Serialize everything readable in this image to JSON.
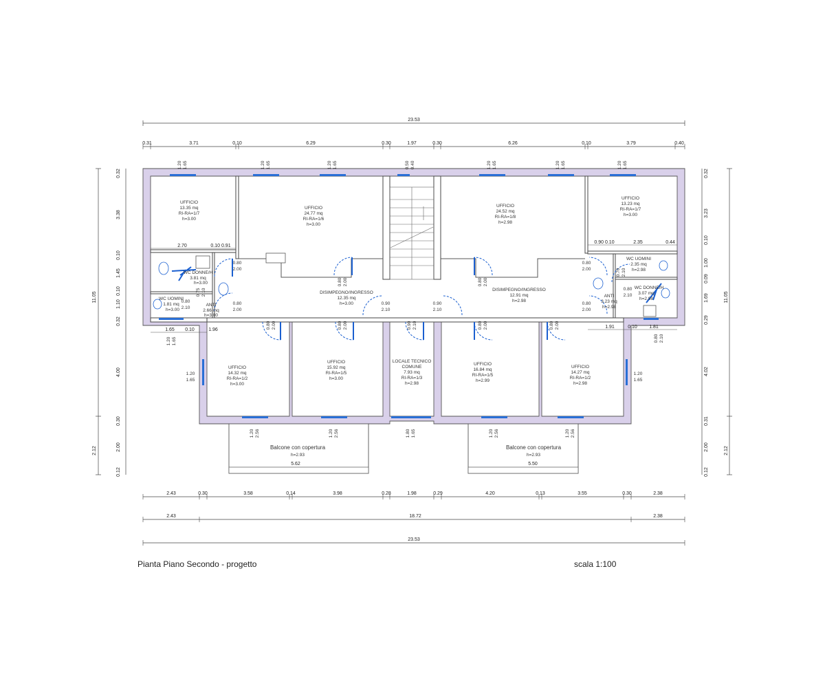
{
  "caption": "Pianta Piano Secondo - progetto",
  "scale": "scala 1:100",
  "colors": {
    "wall": "#d9d0ea",
    "window": "#2a6fd6",
    "door": "#1a5fd0",
    "line": "#444444"
  },
  "dims": {
    "total_top": "23.53",
    "top": [
      "0.31",
      "3.71",
      "0.10",
      "6.29",
      "0.30",
      "1.97",
      "0.30",
      "6.26",
      "0.10",
      "3.79",
      "0.40"
    ],
    "bottom1": [
      "2.43",
      "0.30",
      "3.58",
      "0.14",
      "3.98",
      "0.28",
      "1.98",
      "0.29",
      "4.20",
      "0.13",
      "3.55",
      "0.30",
      "2.38"
    ],
    "bottom2": [
      "2.43",
      "18.72",
      "2.38"
    ],
    "total_bottom": "23.53",
    "left_inner": [
      "0.32",
      "3.38",
      "0.10",
      "1.45",
      "0.10",
      "1.10",
      "0.32",
      "4.00",
      "0.30",
      "2.00",
      "0.12"
    ],
    "left_outer": [
      "11.05",
      "2.12"
    ],
    "right_inner": [
      "0.32",
      "3.23",
      "0.10",
      "1.00",
      "0.09",
      "1.69",
      "0.29",
      "4.02",
      "0.31",
      "2.00",
      "0.12"
    ],
    "right_outer": [
      "11.05",
      "2.12"
    ]
  },
  "rooms": [
    {
      "name": "UFFICIO",
      "area": "13.35 mq",
      "ratio": "RI-RA=1/7",
      "h": "h=3.00"
    },
    {
      "name": "UFFICIO",
      "area": "24.77 mq",
      "ratio": "RI-RA=1/6",
      "h": "h=3.00"
    },
    {
      "name": "UFFICIO",
      "area": "24.52 mq",
      "ratio": "RI-RA=1/8",
      "h": "h=2.98"
    },
    {
      "name": "UFFICIO",
      "area": "13.23 mq",
      "ratio": "RI-RA=1/7",
      "h": "h=3.00"
    },
    {
      "name": "DISIMPEGNO/INGRESSO",
      "area": "12.35 mq",
      "ratio": "",
      "h": "h=3.00"
    },
    {
      "name": "DISIMPEGNO/INGRESSO",
      "area": "12.91 mq",
      "ratio": "",
      "h": "h=2.98"
    },
    {
      "name": "WC DONNE/H",
      "area": "3.81 mq",
      "ratio": "",
      "h": "h=3.00"
    },
    {
      "name": "WC UOMINI",
      "area": "1.81 mq",
      "ratio": "",
      "h": "h=3.00"
    },
    {
      "name": "ANTI",
      "area": "2.66 mq",
      "ratio": "",
      "h": "h=3.00"
    },
    {
      "name": "WC UOMINI",
      "area": "2.35 mq",
      "ratio": "",
      "h": "h=2.98"
    },
    {
      "name": "WC DONNE/H",
      "area": "3.07 mq",
      "ratio": "",
      "h": "h=2.98"
    },
    {
      "name": "ANTI",
      "area": "3.23 mq",
      "ratio": "",
      "h": "h=2.98"
    },
    {
      "name": "UFFICIO",
      "area": "14.32 mq",
      "ratio": "RI-RA=1/2",
      "h": "h=3.00"
    },
    {
      "name": "UFFICIO",
      "area": "15.92 mq",
      "ratio": "RI-RA=1/5",
      "h": "h=3.00"
    },
    {
      "name": "LOCALE TECNICO COMUNE",
      "area": "7.93 mq",
      "ratio": "RI-RA=1/3",
      "h": "h=2.98"
    },
    {
      "name": "UFFICIO",
      "area": "16.84 mq",
      "ratio": "RI-RA=1/5",
      "h": "h=2.99"
    },
    {
      "name": "UFFICIO",
      "area": "14.27 mq",
      "ratio": "RI-RA=1/2",
      "h": "h=2.98"
    },
    {
      "name": "Balcone con copertura",
      "area": "",
      "ratio": "",
      "h": "h=2.93"
    },
    {
      "name": "Balcone con copertura",
      "area": "",
      "ratio": "",
      "h": "h=2.93"
    }
  ],
  "inner_dims": {
    "room1_width": "2.70",
    "room1_small": "0.10 0.91",
    "room4_dims": "0.90 0.10",
    "room4_width": "2.35",
    "room4_small": "0.44",
    "below_left": [
      "1.65",
      "0.10",
      "1.96"
    ],
    "below_right": [
      "1.91",
      "0.10",
      "1.81"
    ],
    "balcony_left": "5.62",
    "balcony_right": "5.50"
  },
  "openings": [
    {
      "w": "1.20",
      "h": "1.65"
    },
    {
      "w": "1.20",
      "h": "1.65"
    },
    {
      "w": "1.20",
      "h": "1.65"
    },
    {
      "w": "0.50",
      "h": "0.40"
    },
    {
      "w": "1.20",
      "h": "1.65"
    },
    {
      "w": "1.20",
      "h": "1.65"
    },
    {
      "w": "1.20",
      "h": "1.65"
    },
    {
      "w": "0.80",
      "h": "2.00"
    },
    {
      "w": "0.80",
      "h": "2.00"
    },
    {
      "w": "0.80",
      "h": "2.10"
    },
    {
      "w": "0.80",
      "h": "2.00"
    },
    {
      "w": "0.90",
      "h": "2.10"
    },
    {
      "w": "0.90",
      "h": "2.10"
    },
    {
      "w": "0.80",
      "h": "2.00"
    },
    {
      "w": "0.80",
      "h": "2.00"
    },
    {
      "w": "0.80",
      "h": "2.10"
    },
    {
      "w": "0.80",
      "h": "2.00"
    },
    {
      "w": "0.80",
      "h": "2.00"
    },
    {
      "w": "0.80",
      "h": "2.00"
    },
    {
      "w": "0.90",
      "h": "2.10"
    },
    {
      "w": "0.80",
      "h": "2.00"
    },
    {
      "w": "0.80",
      "h": "2.00"
    },
    {
      "w": "1.20",
      "h": "1.65"
    },
    {
      "w": "1.20",
      "h": "1.65"
    },
    {
      "w": "1.20",
      "h": "2.56"
    },
    {
      "w": "1.20",
      "h": "2.56"
    },
    {
      "w": "1.80",
      "h": "1.65"
    },
    {
      "w": "1.20",
      "h": "2.56"
    },
    {
      "w": "1.20",
      "h": "2.56"
    },
    {
      "w": "1.20",
      "h": "1.65"
    },
    {
      "w": "0.75",
      "h": "2.10"
    },
    {
      "w": "0.70",
      "h": "2.10"
    },
    {
      "w": "0.80",
      "h": "2.10"
    }
  ]
}
